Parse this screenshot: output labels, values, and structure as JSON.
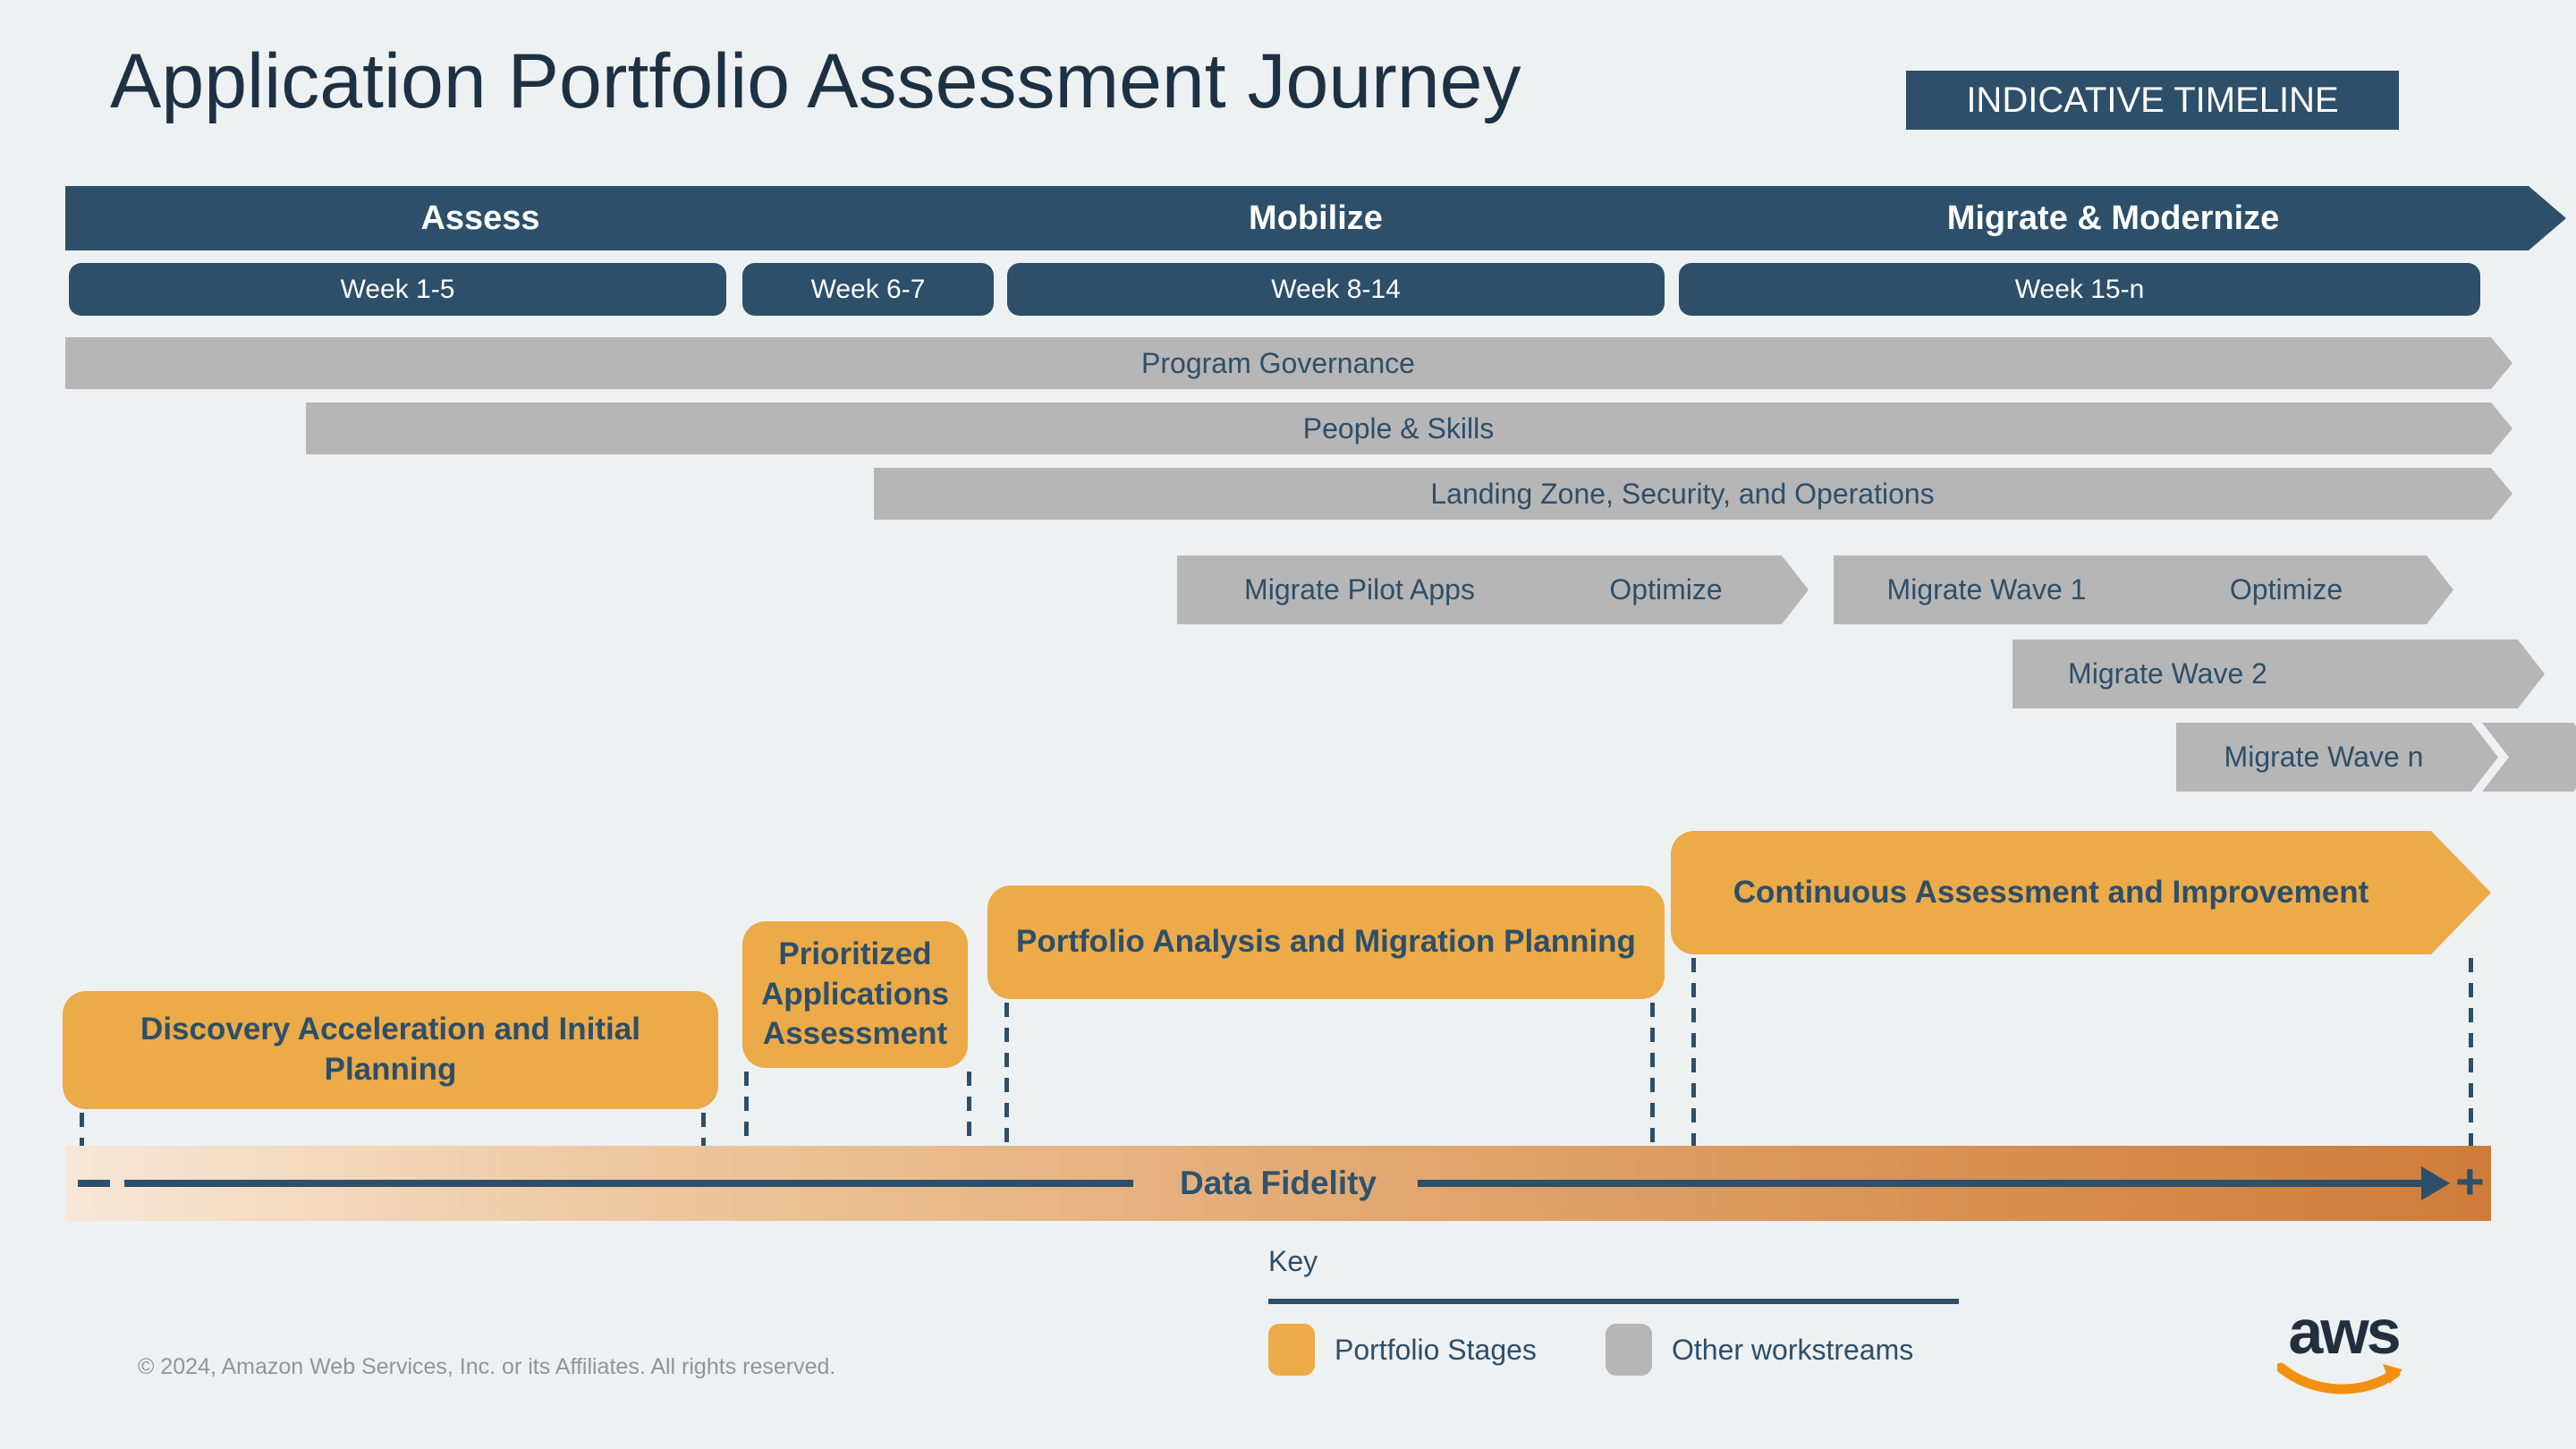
{
  "header": {
    "title": "Application Portfolio Assessment Journey",
    "badge": "INDICATIVE TIMELINE"
  },
  "phases": [
    {
      "label": "Assess",
      "weeks": "Week 1-5"
    },
    {
      "label": "Mobilize",
      "weeks": "Week 8-14"
    },
    {
      "label": "Migrate & Modernize",
      "weeks": "Week 15-n"
    }
  ],
  "weeks": [
    {
      "label": "Week 1-5"
    },
    {
      "label": "Week 6-7"
    },
    {
      "label": "Week 8-14"
    },
    {
      "label": "Week 15-n"
    }
  ],
  "workstreams": [
    {
      "label": "Program Governance"
    },
    {
      "label": "People & Skills"
    },
    {
      "label": "Landing Zone, Security, and Operations"
    }
  ],
  "migration_waves": [
    {
      "label": "Migrate Pilot Apps"
    },
    {
      "label": "Optimize"
    },
    {
      "label": "Migrate Wave 1"
    },
    {
      "label": "Optimize"
    },
    {
      "label": "Migrate Wave 2"
    },
    {
      "label": ""
    },
    {
      "label": "Migrate Wave n"
    },
    {
      "label": ""
    }
  ],
  "stages": [
    {
      "label": "Discovery Acceleration and Initial Planning"
    },
    {
      "label": "Prioritized Applications Assessment"
    },
    {
      "label": "Portfolio Analysis and Migration Planning"
    },
    {
      "label": "Continuous Assessment and Improvement"
    }
  ],
  "data_fidelity": {
    "label": "Data Fidelity",
    "plus": "+"
  },
  "key": {
    "title": "Key",
    "items": [
      {
        "label": "Portfolio Stages",
        "color": "#ecaa48"
      },
      {
        "label": "Other workstreams",
        "color": "#b6b6b7"
      }
    ]
  },
  "footer": {
    "copyright": "© 2024, Amazon Web Services, Inc. or its Affiliates. All rights reserved."
  },
  "logo": {
    "text": "aws"
  },
  "colors": {
    "navy": "#2d4f69",
    "title_navy": "#1d3144",
    "orange": "#ecaa48",
    "gray": "#b6b6b7",
    "background": "#eef1f2",
    "fidelity_gradient_start": "#f7e7d8",
    "fidelity_gradient_end": "#cf7c39"
  }
}
